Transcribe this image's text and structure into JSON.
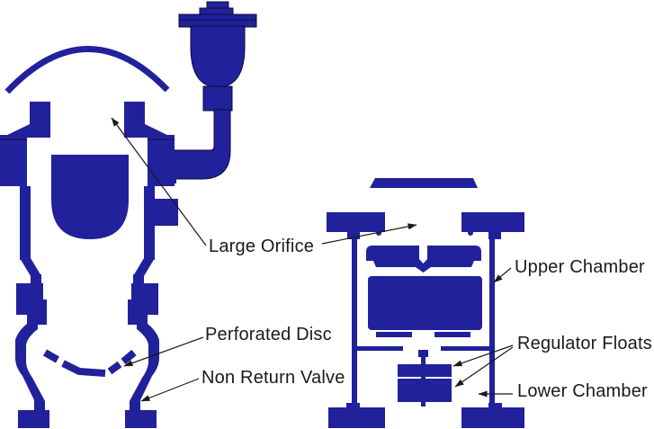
{
  "diagram": {
    "type": "technical-cross-section",
    "subject": "Combination air valve cut-away views",
    "colors": {
      "component_fill": "#21219B",
      "component_outline": "#0B0B38",
      "leader_line": "#1a1a1a",
      "text": "#1a1a1a",
      "background": "#FFFFFF"
    },
    "labels": {
      "large_orifice": "Large Orifice",
      "perforated_disc": "Perforated Disc",
      "non_return_valve": "Non Return Valve",
      "upper_chamber": "Upper Chamber",
      "regulator_floats": "Regulator Floats",
      "lower_chamber": "Lower Chamber"
    },
    "annotations": [
      {
        "label": "Large Orifice",
        "points_to": [
          "left-valve top opening",
          "right-valve top opening"
        ]
      },
      {
        "label": "Perforated Disc",
        "points_to": [
          "segmented disc inside left valve lower chamber"
        ]
      },
      {
        "label": "Non Return Valve",
        "points_to": [
          "left valve lower bulged wall"
        ]
      },
      {
        "label": "Upper Chamber",
        "points_to": [
          "right valve upper chamber wall"
        ]
      },
      {
        "label": "Regulator Floats",
        "points_to": [
          "upper small float",
          "lower small float"
        ]
      },
      {
        "label": "Lower Chamber",
        "points_to": [
          "right valve lower chamber"
        ]
      }
    ]
  }
}
